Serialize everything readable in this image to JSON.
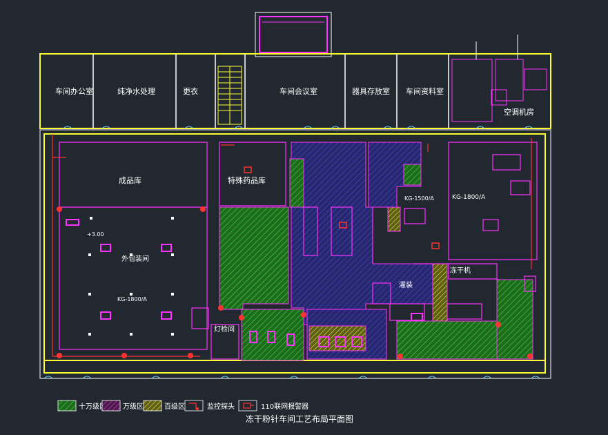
{
  "title": "冻干粉针车间工艺布局平面图",
  "legend": [
    {
      "label": "十万级区",
      "color": "#33cc33",
      "kind": "hatch"
    },
    {
      "label": "万级区",
      "color": "#cc33cc",
      "kind": "hatch"
    },
    {
      "label": "百级区",
      "color": "#dddd33",
      "kind": "hatch"
    },
    {
      "label": "监控探头",
      "color": "#ff3333",
      "kind": "camera"
    },
    {
      "label": "110联网报警器",
      "color": "#ff3333",
      "kind": "alarm"
    }
  ],
  "rooms": {
    "office": "车间办公室",
    "pure_water": "纯净水处理",
    "changing": "更衣",
    "meeting": "车间会议室",
    "store_a": "器具存放室",
    "store_b": "车间资料室",
    "aircon": "空调机房",
    "finished_goods": "成品库",
    "special_goods": "特殊药品库",
    "outer_pack": "外包装间",
    "lamp_check": "灯检间",
    "freeze_dryer": "冻干机",
    "filling": "灌装",
    "packing_room": "外包装间"
  },
  "notes": {
    "model_1": "KG-1800/A",
    "model_2": "KG-1500/A",
    "elev": "+3.00"
  },
  "colors": {
    "wall": "#ffff33",
    "line": "#ff33ff",
    "alarm": "#ff3333",
    "zone100k": "#33cc33",
    "zone10k": "#3333cc",
    "zone100": "#dddd33"
  }
}
